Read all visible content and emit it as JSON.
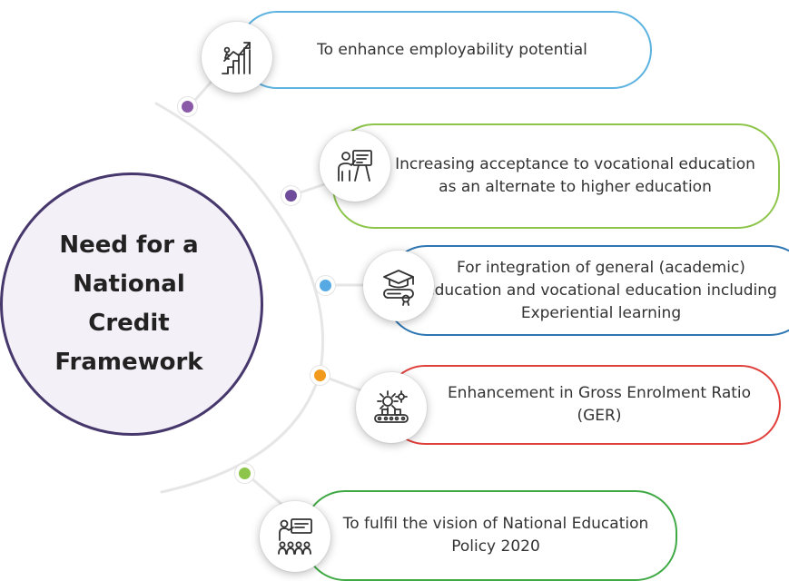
{
  "title": "Need for a National Credit Framework",
  "items": [
    {
      "text": "To enhance employability potential",
      "color": "#5db3e0",
      "dot": "#8a5aa8",
      "icon": "growth-stairs-icon"
    },
    {
      "text": "Increasing acceptance to vocational education as an alternate to higher education",
      "color": "#8cc54a",
      "dot": "#6f4b9b",
      "icon": "teacher-board-icon"
    },
    {
      "text": "For integration of general (academic) education and vocational education including Experiential learning",
      "color": "#2f77b2",
      "dot": "#56a9e2",
      "icon": "graduation-diploma-icon"
    },
    {
      "text": "Enhancement in Gross Enrolment Ratio (GER)",
      "color": "#e0403b",
      "dot": "#f19a1d",
      "icon": "gear-conveyor-icon"
    },
    {
      "text": "To fulfil the vision of National Education Policy 2020",
      "color": "#3fa944",
      "dot": "#8cc54a",
      "icon": "classroom-presentation-icon"
    }
  ]
}
